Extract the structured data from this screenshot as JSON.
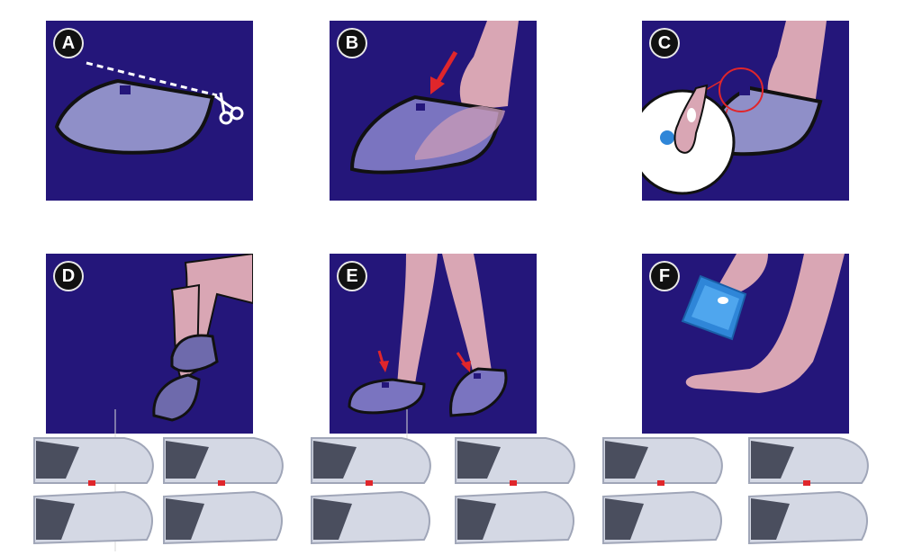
{
  "steps": [
    {
      "label": "A",
      "icon": "scissors-icon"
    },
    {
      "label": "B",
      "icon": "red-arrow-icon"
    },
    {
      "label": "C",
      "icon": "magnifier-icon"
    },
    {
      "label": "D",
      "icon": "legs-crossed-icon"
    },
    {
      "label": "E",
      "icon": "red-arrow-icon"
    },
    {
      "label": "F",
      "icon": "packet-icon"
    }
  ],
  "colors": {
    "panel_bg": "#24167a",
    "bootie": "#8f8fc8",
    "skin": "#d9a6b4",
    "arrow": "#e0262b",
    "packet": "#2f86d8"
  },
  "products_count_label": ""
}
